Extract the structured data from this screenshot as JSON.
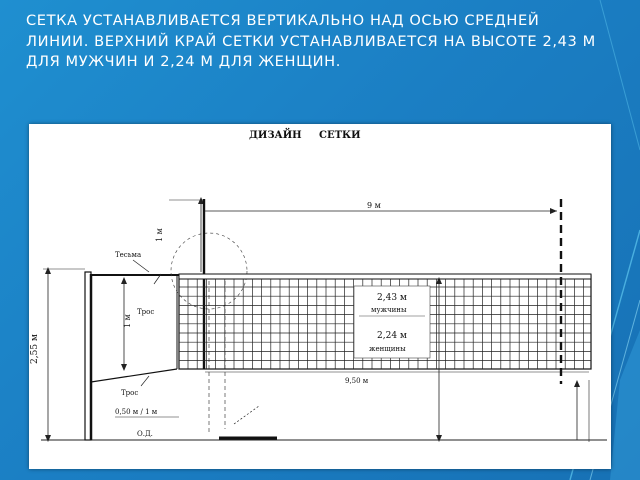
{
  "slide": {
    "title": "Сетка устанавливается вертикально над осью средней линии. Верхний край сетки устанавливается на высоте 2,43 м для мужчин и 2,24 м для женщин."
  },
  "diagram": {
    "heading": "ДИЗАЙН     СЕТКИ",
    "labels": {
      "top_width": "9 м",
      "vertical_short": "1 м",
      "side_height": "2,55 м",
      "tape": "Тесьма",
      "cable_top": "Трос",
      "cable_bottom": "Трос",
      "men_height": "2,43 м",
      "men_word": "мужчины",
      "women_height": "2,24 м",
      "women_word": "женщины",
      "post_offset": "0,50 м / 1 м",
      "court_width": "9,50 м",
      "angle": "1 м",
      "baseline": "О.Д."
    }
  },
  "colors": {
    "background": "#1b7fc4",
    "accent": "#5fc8f0",
    "text": "#ffffff"
  }
}
